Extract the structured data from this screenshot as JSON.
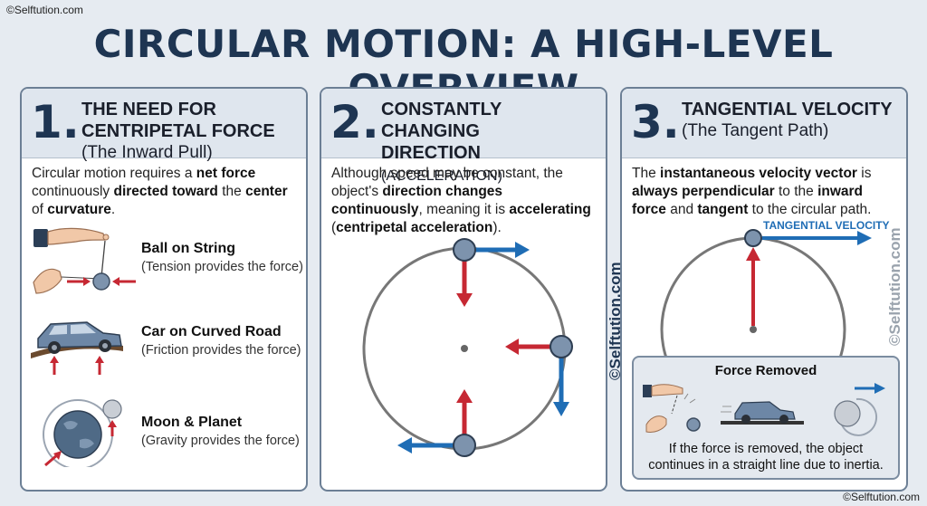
{
  "credit_top": "©Selftution.com",
  "credit_bottom": "©Selftution.com",
  "title": "CIRCULAR MOTION: A HIGH-LEVEL OVERVIEW",
  "watermark": "©Selftution.com",
  "panel1": {
    "number": "1.",
    "title_line1": "THE NEED FOR",
    "title_line2": "CENTRIPETAL FORCE",
    "subtitle": "(The Inward Pull)",
    "body": {
      "t1": "Circular motion requires a ",
      "b1": "net force",
      "t2": " continuously ",
      "b2": "directed toward",
      "t3": " the ",
      "b3": "center",
      "t4": " of ",
      "b4": "curvature",
      "t5": "."
    },
    "examples": [
      {
        "title": "Ball on String",
        "subtitle": "(Tension provides the force)",
        "icon": "hand-ball-string-icon"
      },
      {
        "title": "Car on Curved Road",
        "subtitle": "(Friction provides the force)",
        "icon": "car-curved-road-icon"
      },
      {
        "title": "Moon & Planet",
        "subtitle": "(Gravity provides the force)",
        "icon": "moon-planet-icon"
      }
    ]
  },
  "panel2": {
    "number": "2.",
    "title_line1": "CONSTANTLY CHANGING",
    "title_line2": "DIRECTION",
    "title_paren": "(ACCELERATION)",
    "body": {
      "t1": "Although speed may be constant, the object's ",
      "b1": "direction changes continuously",
      "t2": ", meaning it is ",
      "b2": "accelerating",
      "t3": " (",
      "b3": "centripetal acceleration",
      "t4": ")."
    }
  },
  "panel3": {
    "number": "3.",
    "title_line1": "TANGENTIAL VELOCITY",
    "subtitle": "(The Tangent Path)",
    "body": {
      "t1": "The ",
      "b1": "instantaneous velocity vector",
      "t2": " is ",
      "b2": "always perpendicular",
      "t3": " to the ",
      "b3": "inward force",
      "t4": " and ",
      "b4": "tangent",
      "t5": " to the circular path."
    },
    "tangent_label": "TANGENTIAL VELOCITY",
    "force_removed": {
      "title": "Force Removed",
      "text": "If the force is removed, the object continues in a straight line due to inertia."
    }
  },
  "colors": {
    "title": "#1e3552",
    "force_arrow": "#c62833",
    "velocity_arrow": "#1f6db5",
    "circle": "#777777",
    "watermark": "#1e3552"
  }
}
